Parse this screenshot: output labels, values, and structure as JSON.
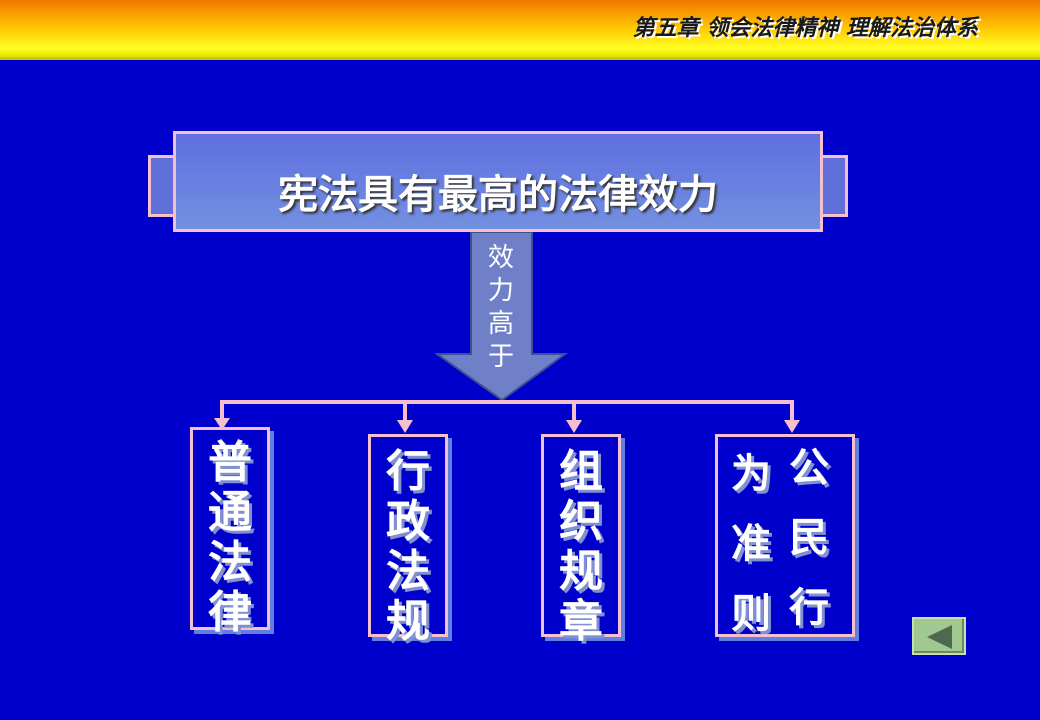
{
  "header": {
    "title": "第五章 领会法律精神 理解法治体系"
  },
  "main": {
    "title": "宪法具有最高的法律效力",
    "arrow_label": [
      "效",
      "力",
      "高",
      "于"
    ]
  },
  "boxes": [
    {
      "label": [
        "普",
        "通",
        "法",
        "律"
      ]
    },
    {
      "label": [
        "行",
        "政",
        "法",
        "规"
      ]
    },
    {
      "label": [
        "组",
        "织",
        "规",
        "章"
      ]
    },
    {
      "col_left": [
        "为",
        "准",
        "则"
      ],
      "col_right": [
        "公",
        "民",
        "行"
      ]
    }
  ],
  "nav": {
    "back_icon": "triangle-left-icon"
  },
  "colors": {
    "background": "#0000cc",
    "border": "#f4c0d0",
    "header_top": "#f07800",
    "header_bottom": "#ffff20"
  }
}
